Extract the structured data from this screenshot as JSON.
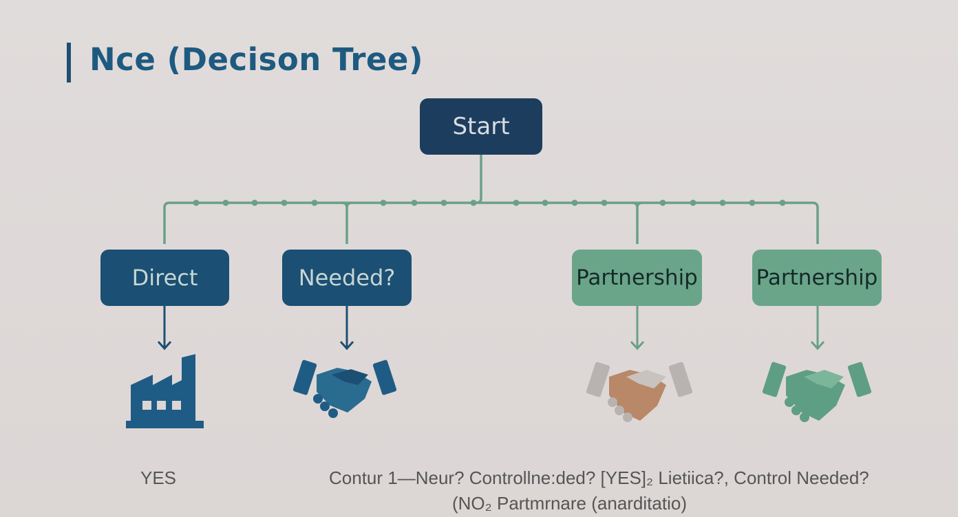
{
  "title": "Nce (Decison Tree)",
  "nodes": {
    "start": "Start",
    "direct": "Direct",
    "needed": "Needed?",
    "partnership1": "Partnership",
    "partnership2": "Partnership"
  },
  "labels": {
    "yes": "YES",
    "caption_line1": "Contur 1—Neur? Controllne:ded? [YES]₂ Lietiica?, Control Needed?",
    "caption_line2": "(NO₂ Partmrnare (anarditatio)"
  },
  "colors": {
    "dark": "#1b4f73",
    "green": "#6aa58a",
    "title": "#1e5a80",
    "start": "#1d3d5e"
  },
  "icons": [
    "factory-icon",
    "handshake-icon",
    "handshake-icon",
    "handshake-icon"
  ]
}
